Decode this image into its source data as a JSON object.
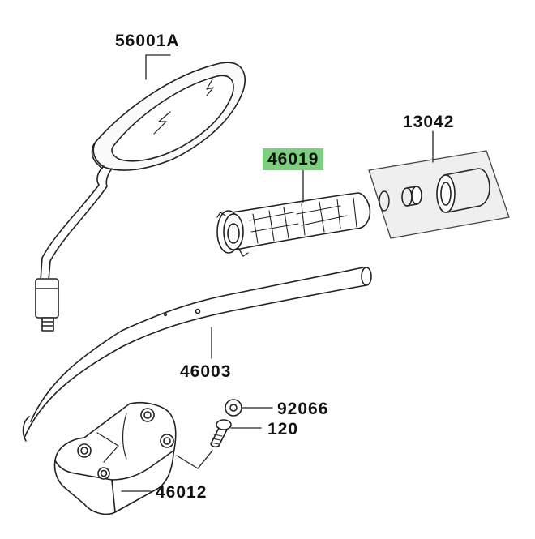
{
  "parts": [
    {
      "id": "mirror",
      "number": "56001A",
      "highlighted": false
    },
    {
      "id": "grip-set",
      "number": "13042",
      "highlighted": false
    },
    {
      "id": "grip",
      "number": "46019",
      "highlighted": true
    },
    {
      "id": "handlebar",
      "number": "46003",
      "highlighted": false
    },
    {
      "id": "washer",
      "number": "92066",
      "highlighted": false
    },
    {
      "id": "bolt",
      "number": "120",
      "highlighted": false
    },
    {
      "id": "holder",
      "number": "46012",
      "highlighted": false
    }
  ],
  "colors": {
    "line": "#222222",
    "highlight": "#7dcf7f",
    "panel": "#efefef"
  }
}
